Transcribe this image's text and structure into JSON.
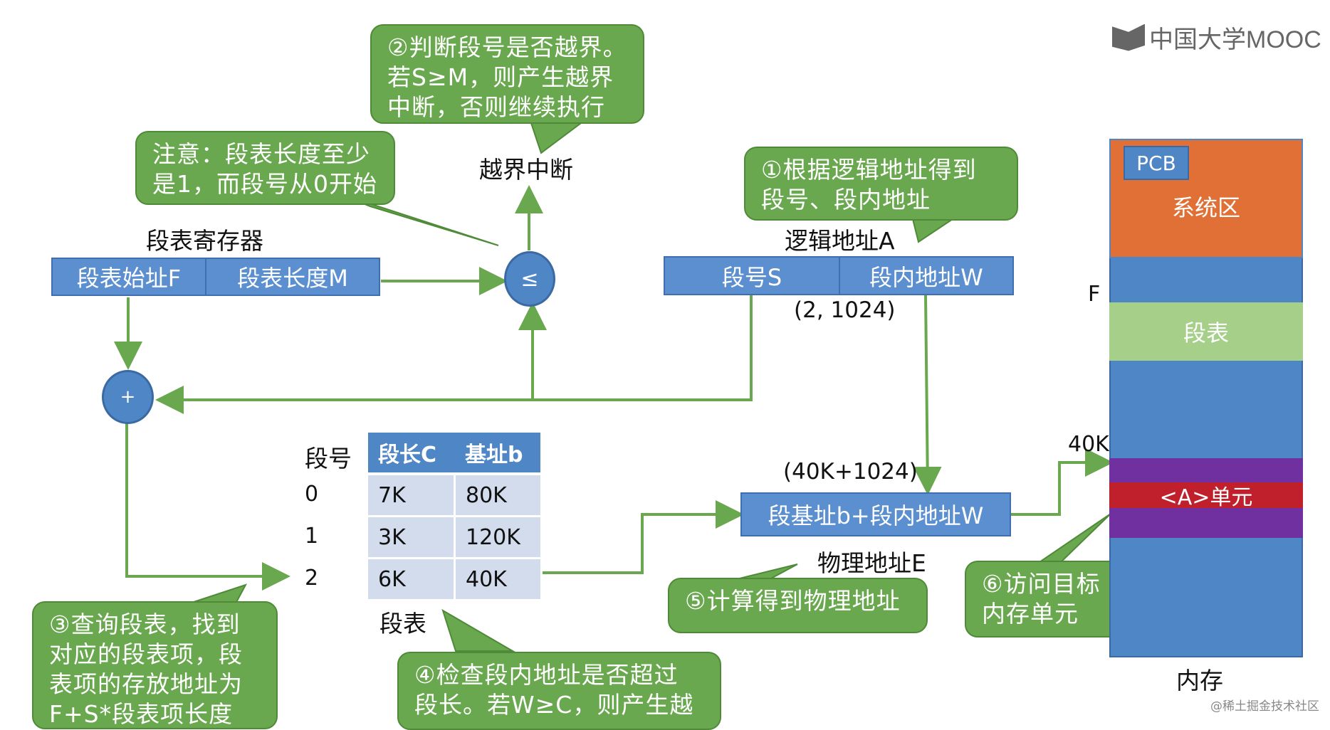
{
  "logo": {
    "text": "中国大学MOOC"
  },
  "watermark": "@稀土掘金技术社区",
  "callouts": {
    "c2": "②判断段号是否越界。\n若S≥M，则产生越界\n中断，否则继续执行",
    "note": "注意：段表长度至少\n是1，而段号从0开始",
    "c1": "①根据逻辑地址得到\n段号、段内地址",
    "c3": "③查询段表，找到\n对应的段表项，段\n表项的存放地址为\nF+S*段表项长度",
    "c4": "④检查段内地址是否超过\n段长。若W≥C，则产生越",
    "c5": "⑤计算得到物理地址",
    "c6": "⑥访问目标\n内存单元"
  },
  "labels": {
    "interrupt": "越界中断",
    "seg_register": "段表寄存器",
    "logical_addr": "逻辑地址A",
    "logical_value": "(2, 1024)",
    "physical_value": "(40K+1024)",
    "physical_addr": "物理地址E",
    "seg_table_caption": "段表",
    "memory_caption": "内存",
    "F": "F",
    "k40": "40K"
  },
  "register": {
    "start": "段表始址F",
    "length": "段表长度M"
  },
  "logical": {
    "seg": "段号S",
    "offset": "段内地址W"
  },
  "compare_symbol": "≤",
  "add_symbol": "+",
  "physical_box": "段基址b+段内地址W",
  "seg_table": {
    "row_header": "段号",
    "headers": [
      "段长C",
      "基址b"
    ],
    "rows": [
      {
        "num": "0",
        "len": "7K",
        "base": "80K"
      },
      {
        "num": "1",
        "len": "3K",
        "base": "120K"
      },
      {
        "num": "2",
        "len": "6K",
        "base": "40K"
      }
    ]
  },
  "memory": {
    "pcb": "PCB",
    "system": "系统区",
    "seg_table": "段表",
    "unit": "<A>单元"
  },
  "colors": {
    "green": "#6aa84f",
    "blue": "#5b8fcf",
    "orange": "#e07035",
    "lightgreen": "#a6cf8a",
    "purple": "#7030a0",
    "red": "#c0202c"
  }
}
